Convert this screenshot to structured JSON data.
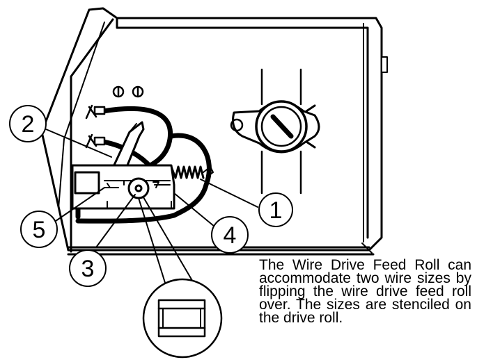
{
  "callouts": [
    {
      "number": "1"
    },
    {
      "number": "2"
    },
    {
      "number": "3"
    },
    {
      "number": "4"
    },
    {
      "number": "5"
    }
  ],
  "caption": "The Wire Drive Feed Roll can accommodate two wire sizes by flipping the wire drive feed roll over. The sizes are stenciled on the drive roll.",
  "colors": {
    "ink": "#000000",
    "paper": "#ffffff"
  }
}
